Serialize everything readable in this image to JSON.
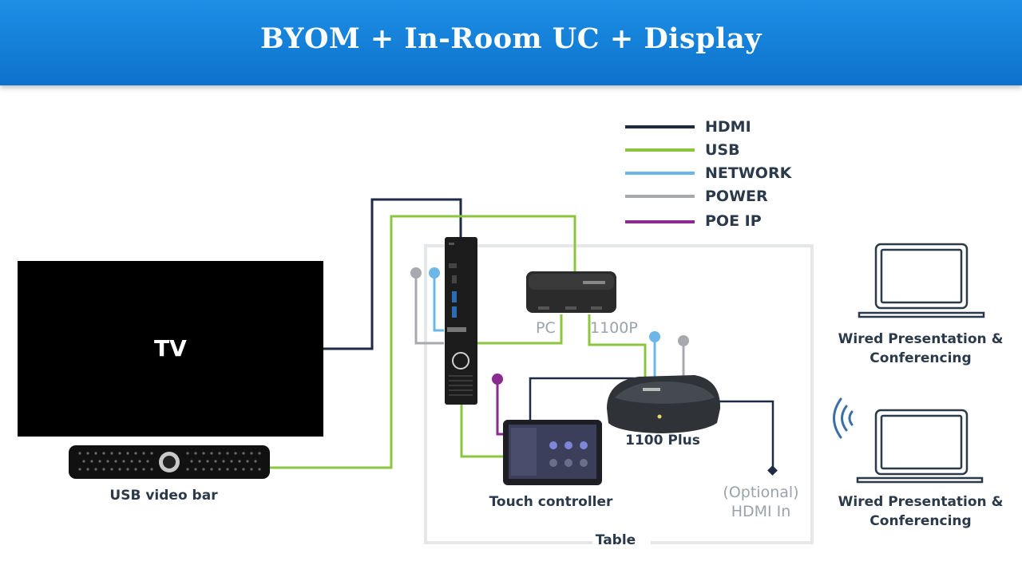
{
  "header": {
    "title": "BYOM + In-Room UC + Display"
  },
  "legend": [
    {
      "label": "HDMI",
      "color": "#1f2a44"
    },
    {
      "label": "USB",
      "color": "#8cc63f"
    },
    {
      "label": "NETWORK",
      "color": "#6cb7e8"
    },
    {
      "label": "POWER",
      "color": "#a7a9ac"
    },
    {
      "label": "POE IP",
      "color": "#8b2a8f"
    }
  ],
  "labels": {
    "tv": "TV",
    "video_bar": "USB video bar",
    "touch_controller": "Touch controller",
    "base_unit": "1100 Plus",
    "hub_port_pc": "PC",
    "hub_port_1100p": "1100P",
    "optional_hdmi": "(Optional)",
    "optional_hdmi_2": "HDMI In",
    "table": "Table",
    "laptop_1": "Wired Presentation &",
    "laptop_1b": "Conferencing",
    "laptop_2": "Wired Presentation &",
    "laptop_2b": "Conferencing"
  },
  "icons": {
    "tv": "tv-screen",
    "video_bar": "usb-video-bar",
    "pc": "mini-pc-tower",
    "hub": "usb-hub",
    "touch_controller": "touch-panel",
    "base_unit": "conference-base-unit",
    "laptop_1": "laptop-icon",
    "laptop_2": "laptop-icon",
    "wireless": "wifi-signal-icon"
  }
}
